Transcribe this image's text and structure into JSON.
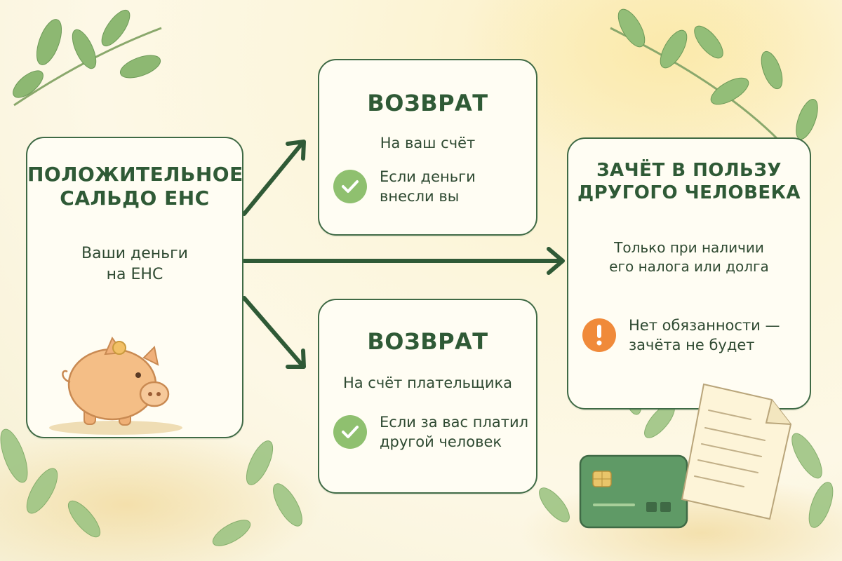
{
  "colors": {
    "frame": "#3f6a45",
    "title": "#2f5a36",
    "check": "#8fc06f",
    "warning": "#f08a3a",
    "card_bg": "#fffdf3"
  },
  "balance": {
    "title_line1": "ПОЛОЖИТЕЛЬНОЕ",
    "title_line2": "САЛЬДО ЕНС",
    "desc_line1": "Ваши деньги",
    "desc_line2": "на ЕНС",
    "icon": "piggy-bank-icon"
  },
  "refund_self": {
    "title": "ВОЗВРАТ",
    "subtitle": "На ваш счёт",
    "condition_line1": "Если деньги",
    "condition_line2": "внесли вы",
    "icon": "check-icon"
  },
  "refund_payer": {
    "title": "ВОЗВРАТ",
    "subtitle": "На счёт плательщика",
    "condition_line1": "Если за вас платил",
    "condition_line2": "другой человек",
    "icon": "check-icon"
  },
  "offset": {
    "title_line1": "ЗАЧЁТ В ПОЛЬЗУ",
    "title_line2": "ДРУГОГО ЧЕЛОВЕКА",
    "subtitle_line1": "Только при наличии",
    "subtitle_line2": "его налога или долга",
    "warning_line1": "Нет обязанности —",
    "warning_line2": "зачёта не будет",
    "icon": "exclamation-icon"
  },
  "decor": {
    "card_icon": "bank-card-icon",
    "document_icon": "document-icon",
    "leaf_icon": "leaf-branch-icon"
  }
}
